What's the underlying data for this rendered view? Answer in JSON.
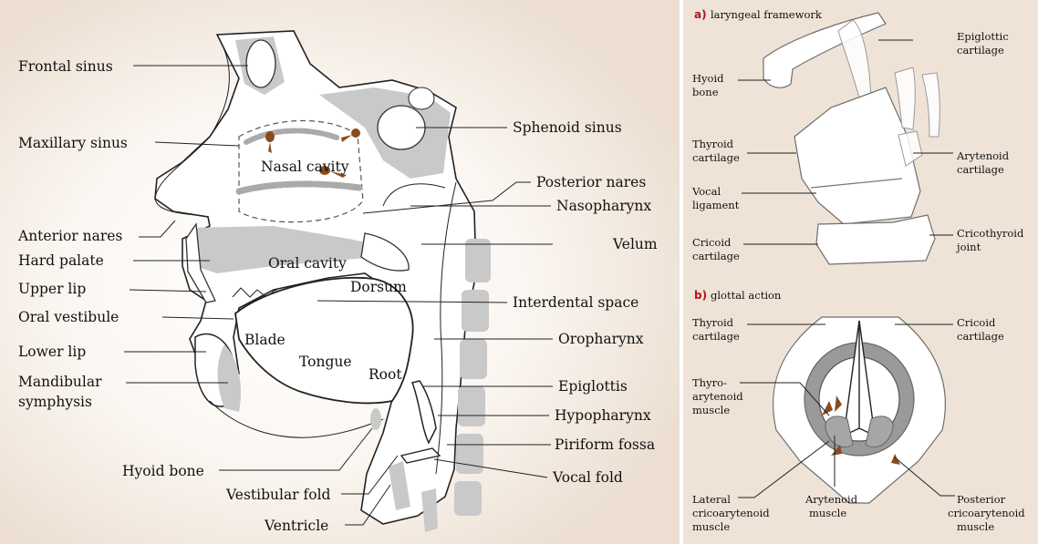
{
  "colors": {
    "background_beige": "#efe3d7",
    "tissue_fill": "#ffffff",
    "outline": "#222222",
    "bone_grey": "#c9c9c9",
    "arrow_brown": "#8a4b1c",
    "panel_header_red": "#b5121b"
  },
  "sagittal": {
    "labels_left": {
      "frontal_sinus": "Frontal sinus",
      "maxillary_sinus": "Maxillary sinus",
      "anterior_nares": "Anterior nares",
      "hard_palate": "Hard palate",
      "upper_lip": "Upper lip",
      "oral_vestibule": "Oral vestibule",
      "lower_lip": "Lower lip",
      "mandibular_symphysis_1": "Mandibular",
      "mandibular_symphysis_2": "symphysis",
      "hyoid_bone": "Hyoid bone",
      "vestibular_fold": "Vestibular fold",
      "ventricle": "Ventricle"
    },
    "labels_right": {
      "sphenoid_sinus": "Sphenoid sinus",
      "posterior_nares": "Posterior nares",
      "nasopharynx": "Nasopharynx",
      "velum": "Velum",
      "interdental_space": "Interdental space",
      "oropharynx": "Oropharynx",
      "epiglottis": "Epiglottis",
      "hypopharynx": "Hypopharynx",
      "piriform_fossa": "Piriform fossa",
      "vocal_fold": "Vocal fold"
    },
    "labels_inner": {
      "nasal_cavity": "Nasal cavity",
      "oral_cavity": "Oral cavity",
      "dorsum": "Dorsum",
      "blade": "Blade",
      "tongue": "Tongue",
      "root": "Root"
    }
  },
  "panel_a": {
    "letter": "a)",
    "title": "laryngeal framework",
    "labels": {
      "hyoid_1": "Hyoid",
      "hyoid_2": "bone",
      "epiglottic_1": "Epiglottic",
      "epiglottic_2": "cartilage",
      "thyroid_1": "Thyroid",
      "thyroid_2": "cartilage",
      "arytenoid_1": "Arytenoid",
      "arytenoid_2": "cartilage",
      "vocal_lig_1": "Vocal",
      "vocal_lig_2": "ligament",
      "cricoid_1": "Cricoid",
      "cricoid_2": "cartilage",
      "cricothyroid_1": "Cricothyroid",
      "cricothyroid_2": "joint"
    }
  },
  "panel_b": {
    "letter": "b)",
    "title": "glottal action",
    "labels": {
      "thyroid_1": "Thyroid",
      "thyroid_2": "cartilage",
      "cricoid_1": "Cricoid",
      "cricoid_2": "cartilage",
      "thyro_1": "Thyro-",
      "thyro_2": "arytenoid",
      "thyro_3": "muscle",
      "lateral_1": "Lateral",
      "lateral_2": "cricoarytenoid",
      "lateral_3": "muscle",
      "arytenoid_1": "Arytenoid",
      "arytenoid_2": "muscle",
      "posterior_1": "Posterior",
      "posterior_2": "cricoarytenoid",
      "posterior_3": "muscle"
    }
  }
}
